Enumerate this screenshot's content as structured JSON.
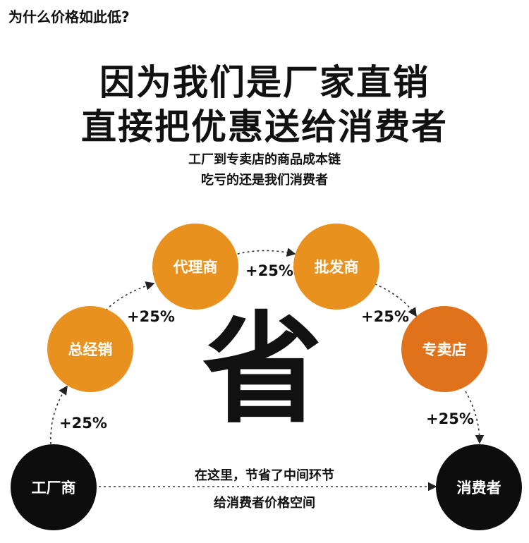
{
  "header": {
    "question": "为什么价格如此低?"
  },
  "headline": {
    "line1": "因为我们是厂家直销",
    "line2": "直接把优惠送给消费者"
  },
  "subheadline": {
    "line1": "工厂到专卖店的商品成本链",
    "line2": "吃亏的还是我们消费者"
  },
  "center_character": "省",
  "chain": {
    "factory": "工厂商",
    "distributor": "总经销",
    "agent": "代理商",
    "wholesaler": "批发商",
    "store": "专卖店",
    "consumer": "消费者"
  },
  "markups": {
    "factory_to_distributor": "+25%",
    "distributor_to_agent": "+25%",
    "agent_to_wholesaler": "+25%",
    "wholesaler_to_store": "+25%",
    "store_to_consumer": "+25%"
  },
  "bottom_note": {
    "line1": "在这里，节省了中间环节",
    "line2": "给消费者价格空间"
  },
  "colors": {
    "orange": "#e8911f",
    "dark_orange": "#e0721c",
    "black": "#0d0d0d"
  }
}
